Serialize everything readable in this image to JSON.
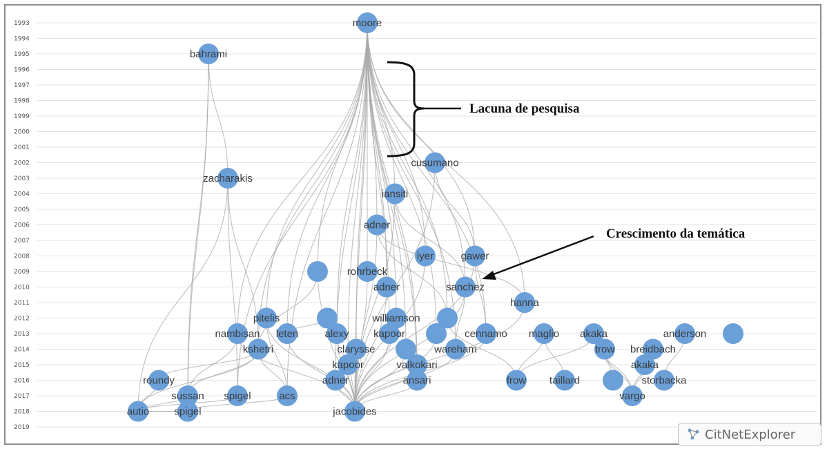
{
  "years": [
    "1993",
    "1994",
    "1995",
    "1996",
    "1997",
    "1998",
    "1999",
    "2000",
    "2001",
    "2002",
    "2003",
    "2004",
    "2005",
    "2006",
    "2007",
    "2008",
    "2009",
    "2010",
    "2011",
    "2012",
    "2013",
    "2014",
    "2015",
    "2016",
    "2017",
    "2018",
    "2019"
  ],
  "nodes": [
    {
      "id": "moore",
      "label": "moore"
    },
    {
      "id": "bahrami",
      "label": "bahrami"
    },
    {
      "id": "cusumano",
      "label": "cusumano"
    },
    {
      "id": "zacharakis",
      "label": "zacharakis"
    },
    {
      "id": "iansiti",
      "label": "iansiti"
    },
    {
      "id": "adner2006",
      "label": "adner"
    },
    {
      "id": "iyer",
      "label": "iyer"
    },
    {
      "id": "gawer",
      "label": "gawer"
    },
    {
      "id": "unlabeled2009",
      "label": ""
    },
    {
      "id": "rohrbeck",
      "label": "rohrbeck"
    },
    {
      "id": "adner2010",
      "label": "adner"
    },
    {
      "id": "sanchez",
      "label": "sanchez"
    },
    {
      "id": "hanna",
      "label": "hanna"
    },
    {
      "id": "pitelis",
      "label": "pitelis"
    },
    {
      "id": "unlabeled2012a",
      "label": ""
    },
    {
      "id": "williamson",
      "label": "williamson"
    },
    {
      "id": "unlabeled2012b",
      "label": ""
    },
    {
      "id": "nambisan",
      "label": "nambisan"
    },
    {
      "id": "leten",
      "label": "leten"
    },
    {
      "id": "alexy",
      "label": "alexy"
    },
    {
      "id": "kapoor2013",
      "label": "kapoor"
    },
    {
      "id": "unlabeled2013",
      "label": ""
    },
    {
      "id": "cennamo",
      "label": "cennamo"
    },
    {
      "id": "maglio",
      "label": "maglio"
    },
    {
      "id": "akaka2013",
      "label": "akaka"
    },
    {
      "id": "anderson",
      "label": "anderson"
    },
    {
      "id": "unlabeled2013b",
      "label": ""
    },
    {
      "id": "kshetri",
      "label": "kshetri"
    },
    {
      "id": "clarysse",
      "label": "clarysse"
    },
    {
      "id": "unlabeled2014",
      "label": ""
    },
    {
      "id": "wareham",
      "label": "wareham"
    },
    {
      "id": "trow2014",
      "label": "trow"
    },
    {
      "id": "breidbach",
      "label": "breidbach"
    },
    {
      "id": "kapoor2015",
      "label": "kapoor"
    },
    {
      "id": "valkokari",
      "label": "valkokari"
    },
    {
      "id": "akaka2015",
      "label": "akaka"
    },
    {
      "id": "roundy",
      "label": "roundy"
    },
    {
      "id": "adner2016",
      "label": "adner"
    },
    {
      "id": "ansari",
      "label": "ansari"
    },
    {
      "id": "frow2016",
      "label": "frow"
    },
    {
      "id": "taillard",
      "label": "taillard"
    },
    {
      "id": "unlabeled2016",
      "label": ""
    },
    {
      "id": "storbacka",
      "label": "storbacka"
    },
    {
      "id": "sussan",
      "label": "sussan"
    },
    {
      "id": "spigel2017",
      "label": "spigel"
    },
    {
      "id": "acs",
      "label": "acs"
    },
    {
      "id": "vargo",
      "label": "vargo"
    },
    {
      "id": "autio",
      "label": "autio"
    },
    {
      "id": "spigel2018",
      "label": "spigel"
    },
    {
      "id": "jacobides",
      "label": "jacobides"
    }
  ],
  "edges": [
    [
      "moore",
      "rohrbeck"
    ],
    [
      "moore",
      "adner2006"
    ],
    [
      "moore",
      "iansiti"
    ],
    [
      "moore",
      "adner2010"
    ],
    [
      "moore",
      "williamson"
    ],
    [
      "moore",
      "kapoor2013"
    ],
    [
      "moore",
      "alexy"
    ],
    [
      "moore",
      "clarysse"
    ],
    [
      "moore",
      "jacobides"
    ],
    [
      "moore",
      "pitelis"
    ],
    [
      "moore",
      "leten"
    ],
    [
      "moore",
      "unlabeled2009"
    ],
    [
      "moore",
      "iyer"
    ],
    [
      "moore",
      "gawer"
    ],
    [
      "moore",
      "sanchez"
    ],
    [
      "moore",
      "nambisan"
    ],
    [
      "moore",
      "kshetri"
    ],
    [
      "moore",
      "adner2016"
    ],
    [
      "moore",
      "ansari"
    ],
    [
      "moore",
      "valkokari"
    ],
    [
      "moore",
      "kapoor2015"
    ],
    [
      "moore",
      "wareham"
    ],
    [
      "moore",
      "unlabeled2012b"
    ],
    [
      "moore",
      "unlabeled2013"
    ],
    [
      "moore",
      "cennamo"
    ],
    [
      "moore",
      "unlabeled2014"
    ],
    [
      "moore",
      "hanna"
    ],
    [
      "moore",
      "spigel2017"
    ],
    [
      "moore",
      "acs"
    ],
    [
      "bahrami",
      "sussan"
    ],
    [
      "bahrami",
      "spigel2018"
    ],
    [
      "bahrami",
      "zacharakis"
    ],
    [
      "zacharakis",
      "kshetri"
    ],
    [
      "zacharakis",
      "spigel2017"
    ],
    [
      "zacharakis",
      "autio"
    ],
    [
      "cusumano",
      "jacobides"
    ],
    [
      "cusumano",
      "gawer"
    ],
    [
      "iansiti",
      "jacobides"
    ],
    [
      "iansiti",
      "sanchez"
    ],
    [
      "adner2006",
      "jacobides"
    ],
    [
      "adner2006",
      "hanna"
    ],
    [
      "adner2006",
      "unlabeled2012b"
    ],
    [
      "gawer",
      "jacobides"
    ],
    [
      "gawer",
      "cennamo"
    ],
    [
      "iyer",
      "jacobides"
    ],
    [
      "rohrbeck",
      "jacobides"
    ],
    [
      "adner2010",
      "jacobides"
    ],
    [
      "sanchez",
      "jacobides"
    ],
    [
      "sanchez",
      "wareham"
    ],
    [
      "unlabeled2009",
      "jacobides"
    ],
    [
      "unlabeled2009",
      "kshetri"
    ],
    [
      "williamson",
      "jacobides"
    ],
    [
      "pitelis",
      "jacobides"
    ],
    [
      "pitelis",
      "acs"
    ],
    [
      "leten",
      "jacobides"
    ],
    [
      "nambisan",
      "jacobides"
    ],
    [
      "nambisan",
      "sussan"
    ],
    [
      "kshetri",
      "autio"
    ],
    [
      "kshetri",
      "roundy"
    ],
    [
      "kshetri",
      "acs"
    ],
    [
      "kshetri",
      "sussan"
    ],
    [
      "alexy",
      "jacobides"
    ],
    [
      "kapoor2013",
      "jacobides"
    ],
    [
      "clarysse",
      "jacobides"
    ],
    [
      "kapoor2015",
      "jacobides"
    ],
    [
      "valkokari",
      "jacobides"
    ],
    [
      "adner2016",
      "jacobides"
    ],
    [
      "ansari",
      "jacobides"
    ],
    [
      "wareham",
      "jacobides"
    ],
    [
      "unlabeled2014",
      "jacobides"
    ],
    [
      "unlabeled2013",
      "jacobides"
    ],
    [
      "unlabeled2012b",
      "frow2016"
    ],
    [
      "maglio",
      "frow2016"
    ],
    [
      "maglio",
      "taillard"
    ],
    [
      "akaka2013",
      "frow2016"
    ],
    [
      "akaka2013",
      "vargo"
    ],
    [
      "akaka2013",
      "unlabeled2016"
    ],
    [
      "trow2014",
      "vargo"
    ],
    [
      "breidbach",
      "vargo"
    ],
    [
      "akaka2015",
      "vargo"
    ],
    [
      "anderson",
      "storbacka"
    ],
    [
      "cennamo",
      "jacobides"
    ],
    [
      "hanna",
      "jacobides"
    ],
    [
      "spigel2017",
      "autio"
    ],
    [
      "sussan",
      "autio"
    ],
    [
      "acs",
      "spigel2018"
    ],
    [
      "spigel2018",
      "autio"
    ],
    [
      "roundy",
      "autio"
    ],
    [
      "unlabeled2012a",
      "jacobides"
    ],
    [
      "unlabeled2012a",
      "leten"
    ]
  ],
  "annotations": {
    "gap": "Lacuna de pesquisa",
    "growth": "Crescimento da temática"
  },
  "logo": {
    "text": "CitNetExplorer"
  }
}
